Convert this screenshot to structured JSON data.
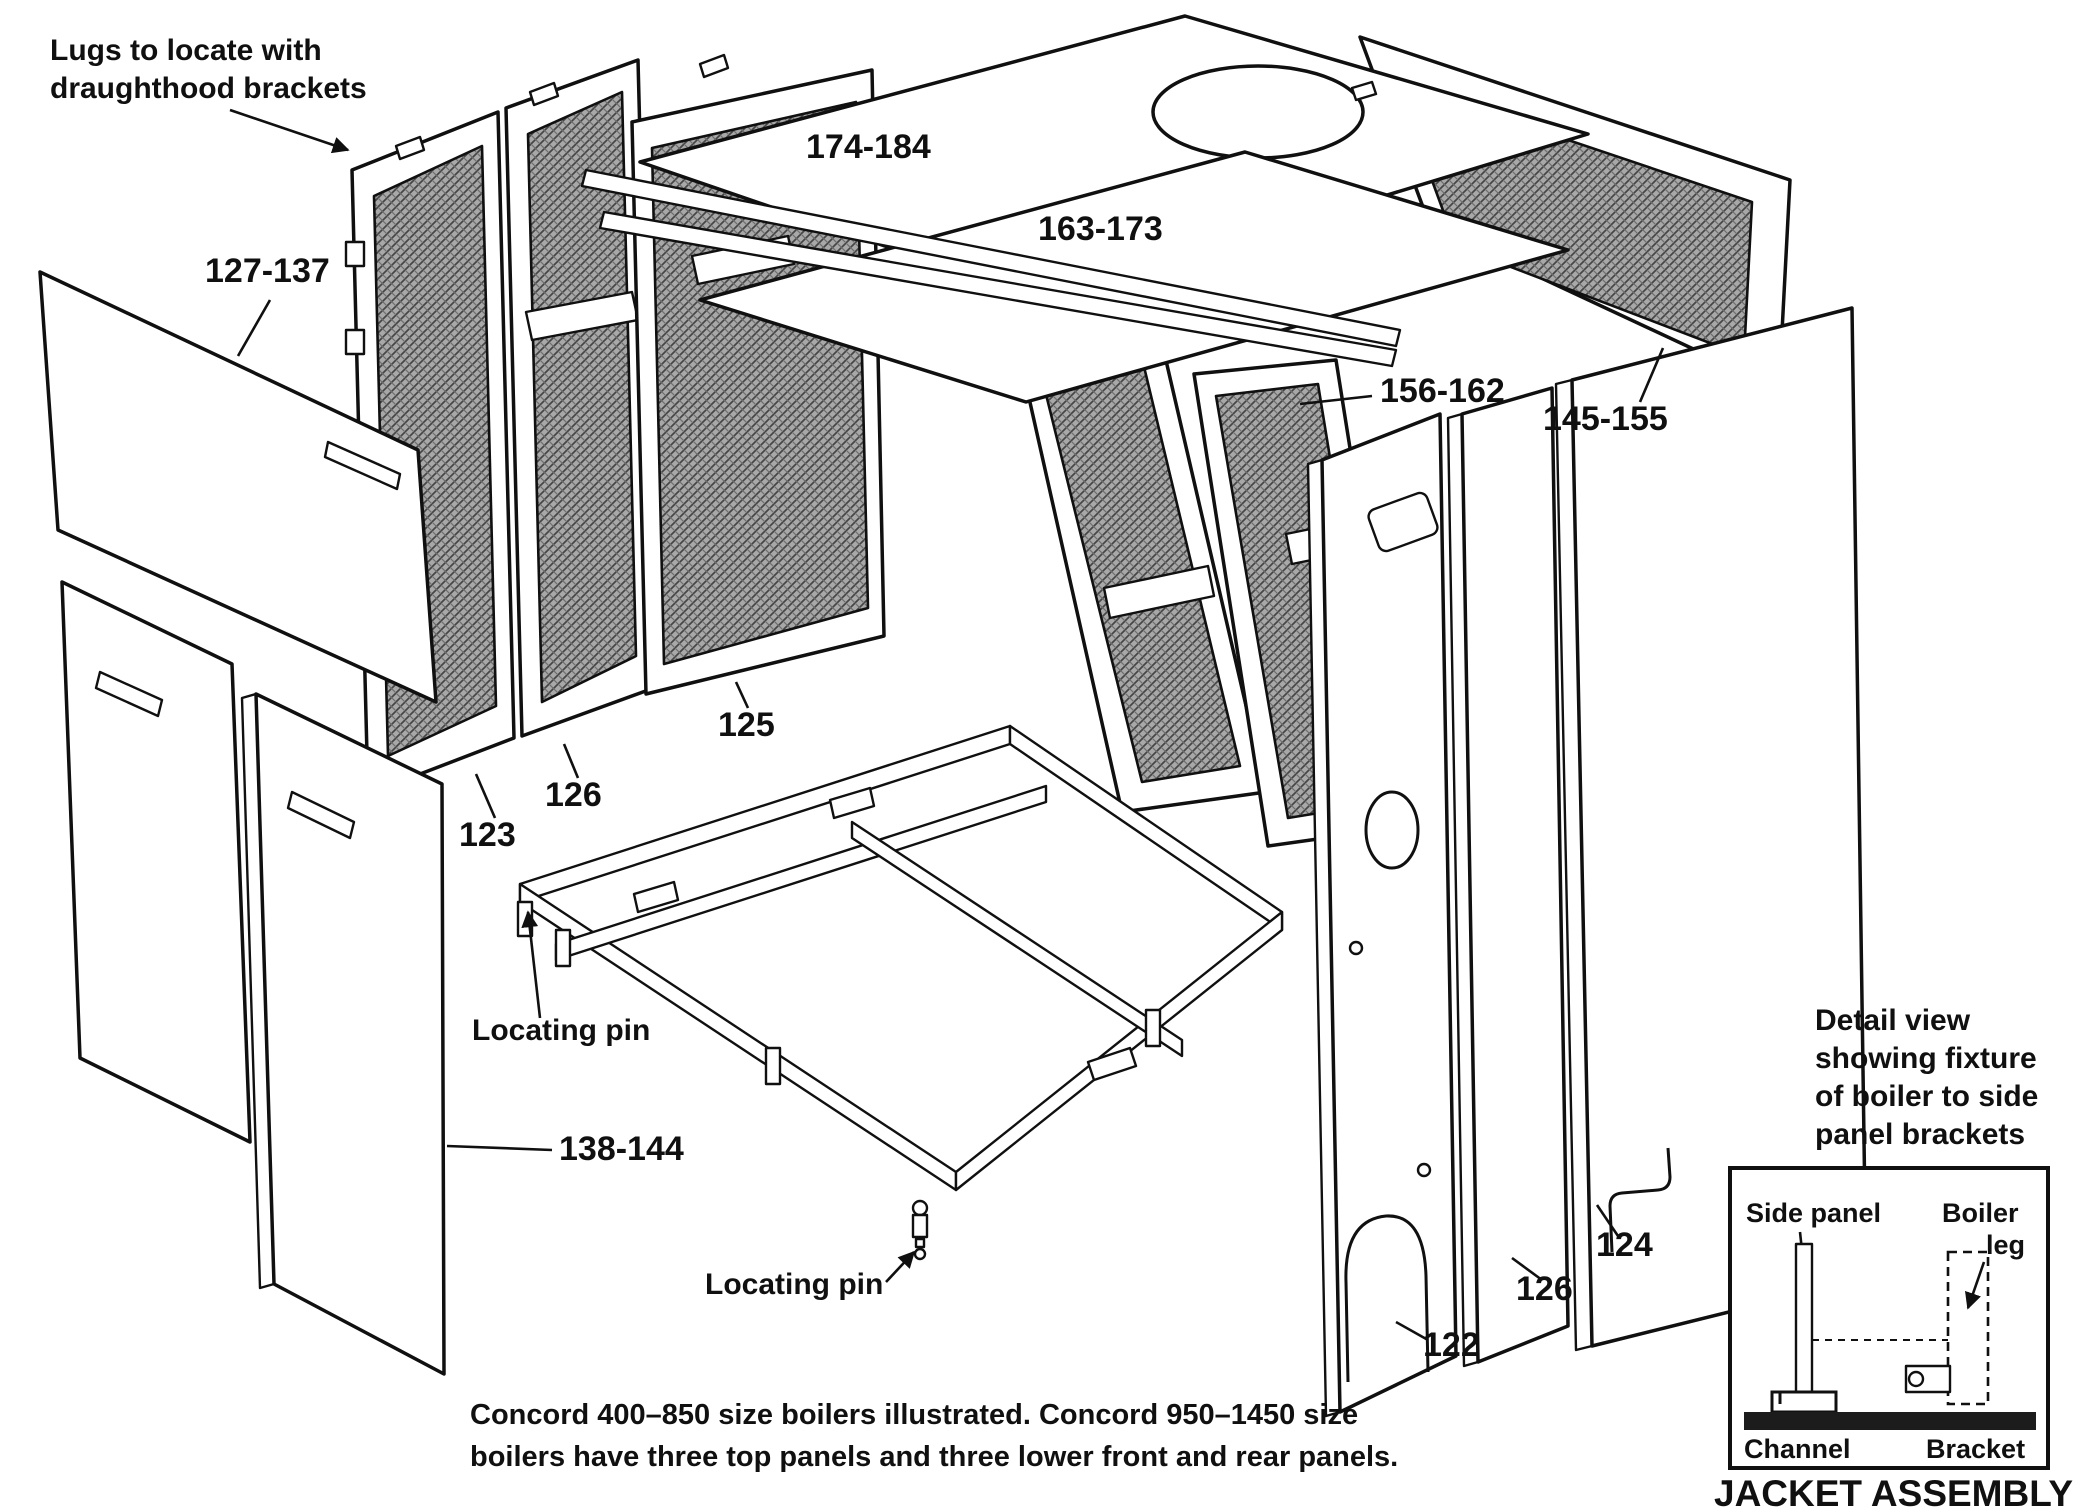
{
  "figure": {
    "title": "JACKET ASSEMBLY",
    "caption_line1": "Concord 400–850 size boilers illustrated. Concord 950–1450 size",
    "caption_line2": "boilers have three top panels and three lower front and rear panels."
  },
  "annotations": {
    "lugs_line1": "Lugs to locate with",
    "lugs_line2": "draughthood brackets",
    "locating_pin_upper": "Locating pin",
    "locating_pin_lower": "Locating pin",
    "detail_line1": "Detail view",
    "detail_line2": "showing fixture",
    "detail_line3": "of boiler to side",
    "detail_line4": "panel brackets"
  },
  "parts": {
    "front_top_panel": "127-137",
    "top_panels_outer": "174-184",
    "top_panels_inner": "163-173",
    "rear_insulation_inner": "156-162",
    "rear_panel": "145-155",
    "insulation_wide": "125",
    "insulation_mid": "126",
    "insulation_left": "123",
    "front_lower_panels": "138-144",
    "side_panel_inner": "122",
    "side_panel_mid": "126",
    "side_panel_outer": "124"
  },
  "inset": {
    "side_panel": "Side panel",
    "boiler": "Boiler",
    "leg": "leg",
    "channel": "Channel",
    "bracket": "Bracket"
  }
}
